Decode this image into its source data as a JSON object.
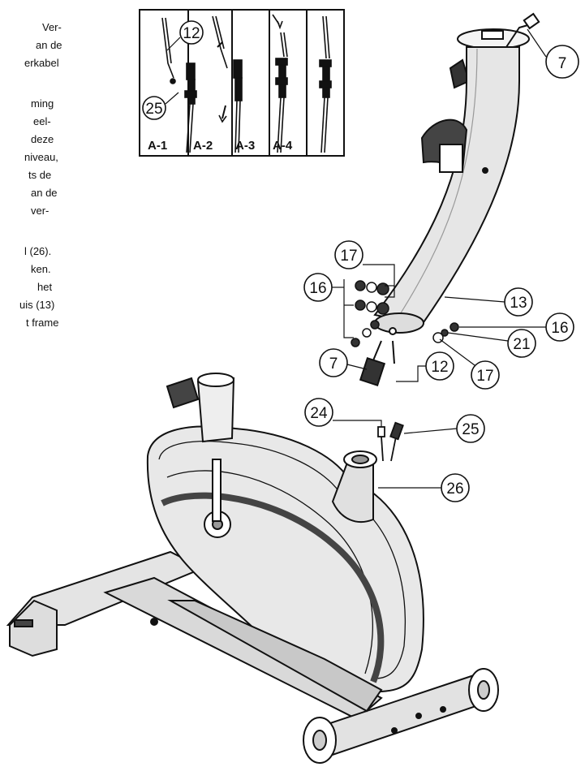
{
  "instructions": {
    "lines": [
      "Ver-",
      "an de",
      "erkabel",
      "ming",
      "eel-",
      "deze",
      "niveau,",
      "ts de",
      "an de",
      "ver-",
      "l (26).",
      "ken.",
      "het",
      "uis (13)",
      "t frame"
    ]
  },
  "inset": {
    "step_labels": [
      "A-1",
      "A-2",
      "A-3",
      "A-4"
    ],
    "callouts": [
      "12",
      "25"
    ]
  },
  "callouts": {
    "c7_top": "7",
    "c17_upper": "17",
    "c16_left": "16",
    "c13": "13",
    "c16_right": "16",
    "c21": "21",
    "c7_bottom": "7",
    "c12": "12",
    "c17_lower": "17",
    "c24": "24",
    "c25": "25",
    "c26": "26"
  }
}
